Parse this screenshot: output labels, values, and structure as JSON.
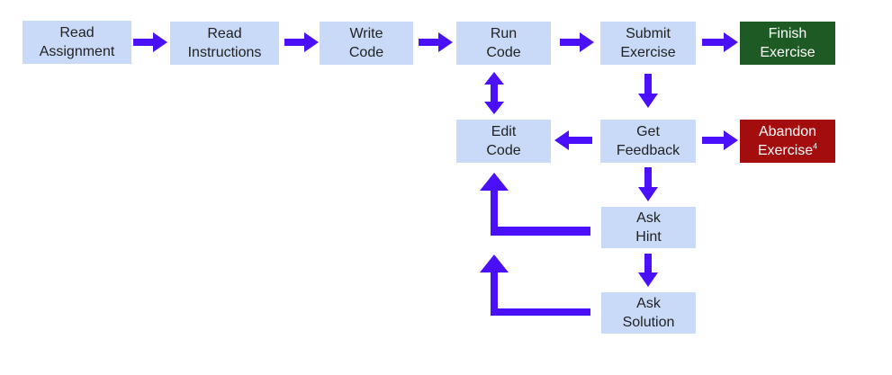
{
  "diagram": {
    "colors": {
      "step_fill": "#c9daf8",
      "finish_fill": "#1e5b24",
      "abandon_fill": "#a30d0d",
      "arrow": "#4a0ffb"
    },
    "nodes": {
      "read_assignment": "Read\nAssignment",
      "read_instructions": "Read\nInstructions",
      "write_code": "Write\nCode",
      "run_code": "Run\nCode",
      "submit_exercise": "Submit\nExercise",
      "finish_exercise": "Finish\nExercise",
      "edit_code": "Edit\nCode",
      "get_feedback": "Get\nFeedback",
      "abandon_exercise": "Abandon\nExercise",
      "abandon_marker": "4",
      "ask_hint": "Ask\nHint",
      "ask_solution": "Ask\nSolution"
    }
  }
}
